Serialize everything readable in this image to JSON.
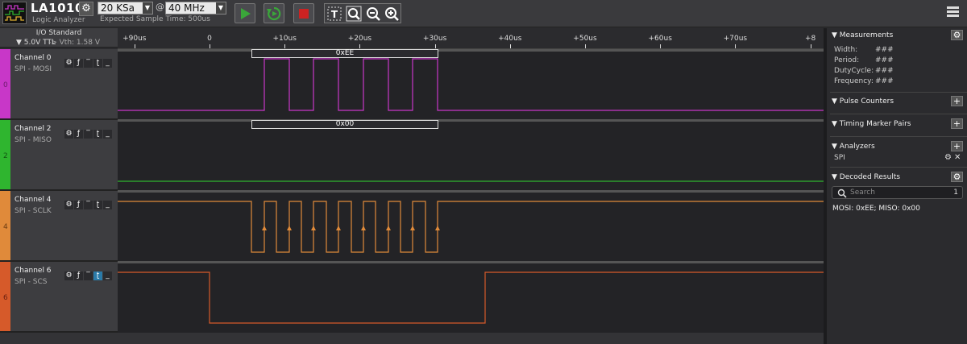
{
  "colors": {
    "ch0": "#c837c8",
    "ch2": "#2fb52f",
    "ch4": "#e08a3a",
    "ch6": "#d65a2a",
    "accent_run": "#3aa63a",
    "stop": "#cc2222"
  },
  "toolbar": {
    "device_name": "LA1010",
    "device_subtitle": "Logic Analyzer",
    "sample_rate": "20 KSa",
    "at_sign": "@",
    "frequency": "40 MHz",
    "sample_time": "Expected Sample Time: 500us",
    "icons": [
      "logo-icon",
      "gear-icon",
      "play-icon",
      "repeat-icon",
      "stop-icon",
      "text-cursor-icon",
      "zoom-fit-icon",
      "zoom-out-icon",
      "zoom-in-icon",
      "menu-icon"
    ]
  },
  "io": {
    "title": "I/O Standard",
    "standard": "▼ 5.0V TTL",
    "vth": "-> Vth: 1.58 V"
  },
  "axis": {
    "ticks": [
      {
        "value": -10,
        "label": "+90us"
      },
      {
        "value": 0,
        "label": "0"
      },
      {
        "value": 10,
        "label": "+10us"
      },
      {
        "value": 20,
        "label": "+20us"
      },
      {
        "value": 30,
        "label": "+30us"
      },
      {
        "value": 40,
        "label": "+40us"
      },
      {
        "value": 50,
        "label": "+50us"
      },
      {
        "value": 60,
        "label": "+60us"
      },
      {
        "value": 70,
        "label": "+70us"
      },
      {
        "value": 80,
        "label": "+8"
      }
    ]
  },
  "channels": [
    {
      "num": "0",
      "name": "Channel 0",
      "desc": "SPI - MOSI",
      "decode": "0xEE"
    },
    {
      "num": "2",
      "name": "Channel 2",
      "desc": "SPI - MISO",
      "decode": "0x00"
    },
    {
      "num": "4",
      "name": "Channel 4",
      "desc": "SPI - SCLK",
      "decode": ""
    },
    {
      "num": "6",
      "name": "Channel 6",
      "desc": "SPI - SCS",
      "decode": ""
    }
  ],
  "panel": {
    "measurements": {
      "title": "Measurements",
      "rows": [
        {
          "label": "Width:",
          "value": "###"
        },
        {
          "label": "Period:",
          "value": "###"
        },
        {
          "label": "DutyCycle:",
          "value": "###"
        },
        {
          "label": "Frequency:",
          "value": "###"
        }
      ]
    },
    "pulse_counters": "Pulse Counters",
    "timing_markers": "Timing Marker Pairs",
    "analyzers": {
      "title": "Analyzers",
      "item": "SPI"
    },
    "decoded": {
      "title": "Decoded Results",
      "search_placeholder": "Search",
      "count": "1",
      "result": "MOSI: 0xEE;  MISO: 0x00"
    }
  }
}
